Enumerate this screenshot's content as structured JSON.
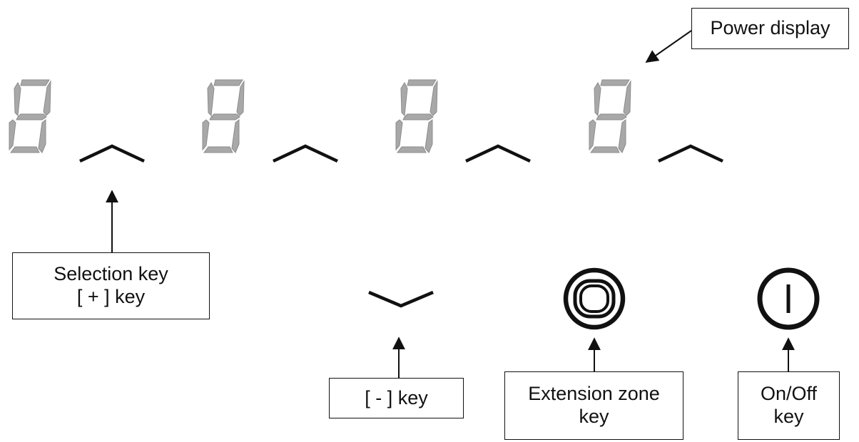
{
  "colors": {
    "segment_display": "#a8a8a8",
    "segment_outline": "#8c8c8c",
    "key_symbol": "#111111",
    "label_border": "#111111",
    "background": "#ffffff"
  },
  "icons": {
    "digit_display": "seven-segment-8-icon",
    "plus_key": "caret-up-icon",
    "minus_key": "caret-down-icon",
    "extension_key": "concentric-rounded-square-icon",
    "power_key": "power-circle-icon"
  },
  "labels": {
    "power_display": "Power display",
    "selection_key": [
      "Selection key",
      "[ + ] key"
    ],
    "minus_key": "[ - ] key",
    "extension_zone_key": [
      "Extension zone",
      "key"
    ],
    "on_off_key": [
      "On/Off",
      "key"
    ]
  }
}
